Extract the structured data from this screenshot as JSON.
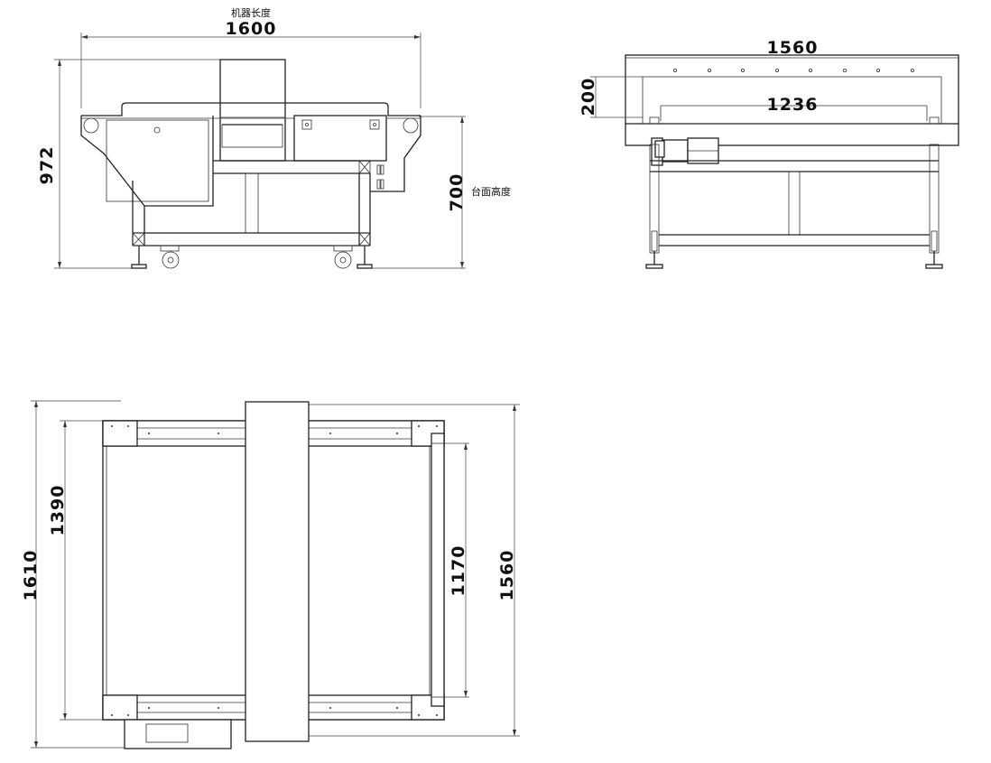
{
  "front_view": {
    "length_label": "机器长度",
    "length_value": "1600",
    "height_value": "972",
    "table_height_value": "700",
    "table_height_label": "台面高度"
  },
  "side_view": {
    "width_value": "1560",
    "aperture_height_value": "200",
    "aperture_width_value": "1236"
  },
  "top_view": {
    "overall_length_value": "1610",
    "frame_length_value": "1390",
    "belt_width_value": "1170",
    "overall_width_value": "1560"
  }
}
